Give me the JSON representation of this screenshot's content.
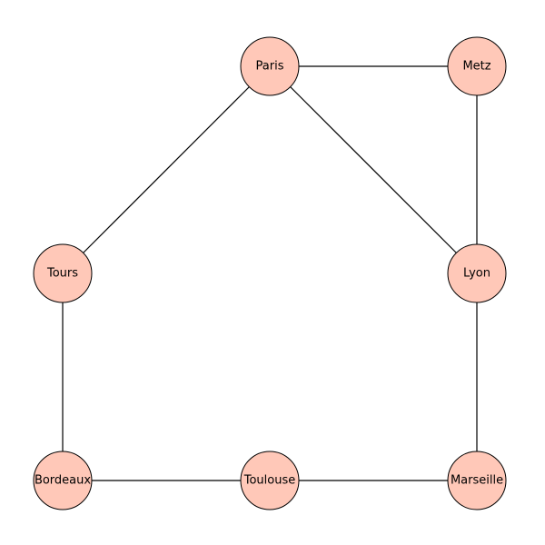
{
  "graph": {
    "node_fill": "#ffc8b8",
    "node_stroke": "#000000",
    "edge_color": "#000000",
    "nodes": [
      {
        "id": "paris",
        "label": "Paris"
      },
      {
        "id": "metz",
        "label": "Metz"
      },
      {
        "id": "tours",
        "label": "Tours"
      },
      {
        "id": "lyon",
        "label": "Lyon"
      },
      {
        "id": "bordeaux",
        "label": "Bordeaux"
      },
      {
        "id": "toulouse",
        "label": "Toulouse"
      },
      {
        "id": "marseille",
        "label": "Marseille"
      }
    ],
    "edges": [
      {
        "from": "paris",
        "to": "metz"
      },
      {
        "from": "paris",
        "to": "tours"
      },
      {
        "from": "paris",
        "to": "lyon"
      },
      {
        "from": "metz",
        "to": "lyon"
      },
      {
        "from": "tours",
        "to": "bordeaux"
      },
      {
        "from": "lyon",
        "to": "marseille"
      },
      {
        "from": "bordeaux",
        "to": "toulouse"
      },
      {
        "from": "toulouse",
        "to": "marseille"
      }
    ]
  }
}
